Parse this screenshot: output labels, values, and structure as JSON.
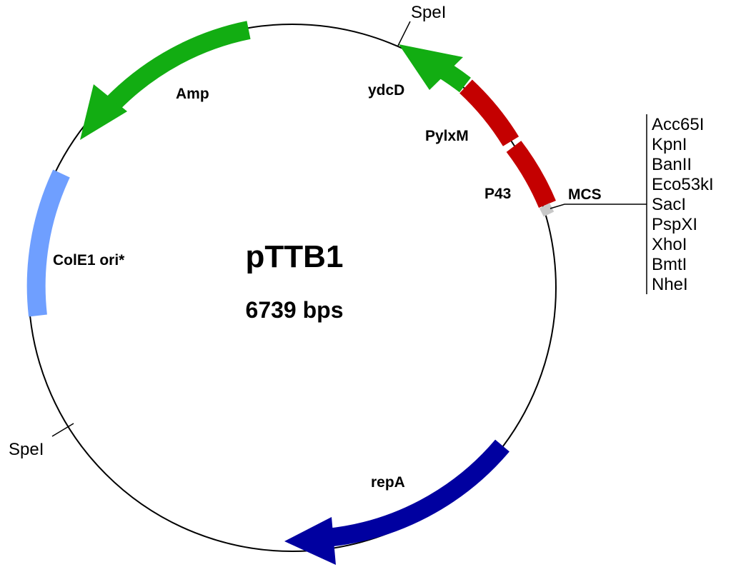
{
  "plasmid": {
    "name": "pTTB1",
    "size_label": "6739 bps",
    "length_bp": 6739
  },
  "features": {
    "amp": {
      "label": "Amp",
      "color": "#12ad12"
    },
    "ydcd": {
      "label": "ydcD",
      "color": "#12ad12"
    },
    "pylxm": {
      "label": "PylxM",
      "color": "#c40000"
    },
    "p43": {
      "label": "P43",
      "color": "#c40000"
    },
    "mcs": {
      "label": "MCS",
      "color": "#c8c8c8"
    },
    "repa": {
      "label": "repA",
      "color": "#0000a0"
    },
    "cole1": {
      "label": "ColE1 ori*",
      "color": "#6f9fff"
    }
  },
  "sites": {
    "spei_top": "SpeI",
    "spei_left": "SpeI"
  },
  "mcs_sites": [
    "Acc65I",
    "KpnI",
    "BanII",
    "Eco53kI",
    "SacI",
    "PspXI",
    "XhoI",
    "BmtI",
    "NheI"
  ]
}
